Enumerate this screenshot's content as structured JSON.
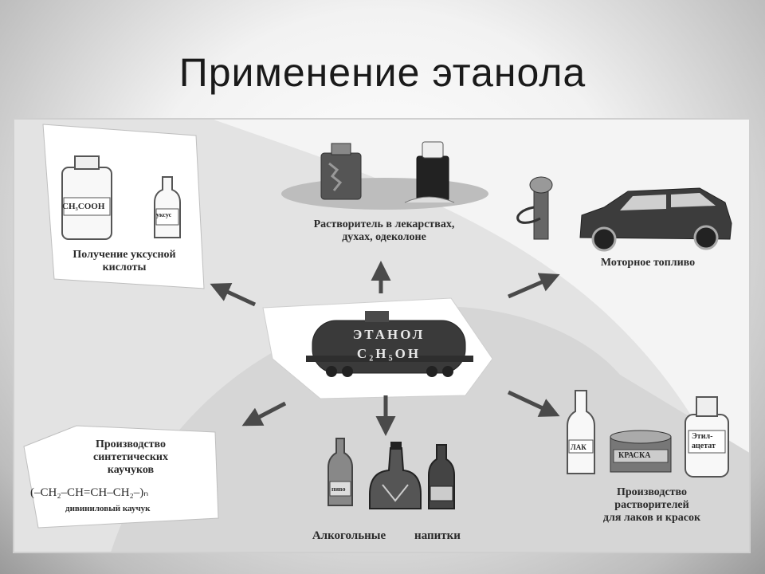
{
  "title": "Применение этанола",
  "center": {
    "name": "ЭТАНОЛ",
    "formula": "C₂H₅OH"
  },
  "nodes": {
    "acetic": {
      "label_line1": "Получение уксусной",
      "label_line2": "кислоты",
      "bottle1": "CH₃COOH",
      "bottle2": "уксус"
    },
    "solvent_medicine": {
      "label_line1": "Растворитель в лекарствах,",
      "label_line2": "духах, одеколоне"
    },
    "fuel": {
      "label": "Моторное топливо"
    },
    "rubber": {
      "label_line1": "Производство",
      "label_line2": "синтетических",
      "label_line3": "каучуков",
      "formula": "(–CH₂–CH=CH–CH₂–)ₙ",
      "formula_caption": "дивиниловый каучук"
    },
    "drinks": {
      "label_word1": "Алкогольные",
      "label_word2": "напитки",
      "bottle_label": "пиво"
    },
    "solvents_paints": {
      "label_line1": "Производство",
      "label_line2": "растворителей",
      "label_line3": "для лаков и красок",
      "bottle1": "ЛАК",
      "can": "КРАСКА",
      "bottle2_line1": "Этил-",
      "bottle2_line2": "ацетат"
    }
  }
}
